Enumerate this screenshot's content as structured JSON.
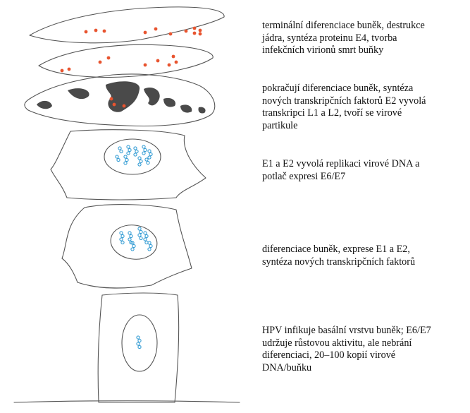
{
  "colors": {
    "background": "#ffffff",
    "outline": "#555555",
    "virion": "#e8542f",
    "chromatin": "#4a4a4a",
    "viral_dna": "#3a9fd5"
  },
  "stages": [
    {
      "name": "terminal-differentiation",
      "description": "terminální diferenciace buněk, destrukce\njádra, syntéza proteinu E4, tvorba\ninfekčních virionů smrt buňky"
    },
    {
      "name": "late-differentiation",
      "description": "pokračují diferenciace buněk, syntéza\nnových transkripčních faktorů E2 vyvolá\ntranskripci L1 a L2, tvoří se virové\npartikule"
    },
    {
      "name": "dna-replication",
      "description": "E1 a E2 vyvolá replikaci virové DNA  a\npotlač expresi E6/E7"
    },
    {
      "name": "early-differentiation",
      "description": "diferenciace buněk, exprese E1 a E2,\nsyntéza nových transkripčních faktorů"
    },
    {
      "name": "basal-infection",
      "description": "HPV infikuje basální vrstvu buněk; E6/E7\nudržuje růstovou aktivitu, ale nebrání\ndiferenciaci, 20–100 kopií virové\nDNA/buňku"
    }
  ]
}
